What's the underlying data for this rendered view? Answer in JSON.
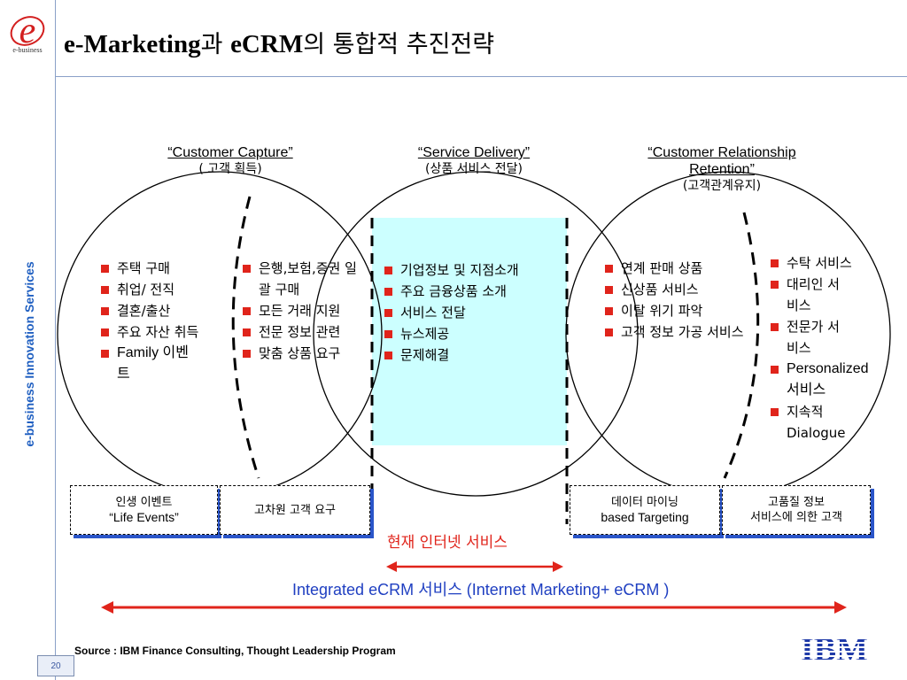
{
  "slide": {
    "title_en": "e-Marketing",
    "title_kr1": "과 ",
    "title_en2": "eCRM",
    "title_kr2": "의 통합적 추진전략",
    "brand_logo_letter": "e",
    "brand_logo_sub": "e-business",
    "sidebar_text": "e-business Innovation Services",
    "page_number": "20"
  },
  "columns": [
    {
      "header_line1": "“Customer Capture”",
      "header_line2": "( 고객 획득)"
    },
    {
      "header_line1": "“Service Delivery”",
      "header_line2": "(상품 서비스 전달)"
    },
    {
      "header_line1": "“Customer Relationship",
      "header_line1b": "Retention”",
      "header_line2": "(고객관계유지)"
    }
  ],
  "lists": {
    "capture_left": [
      "주택 구매",
      "취업/ 전직",
      "결혼/출산",
      "주요 자산 취득",
      "Family 이벤트"
    ],
    "capture_right": [
      "은행,보험,증권 일괄 구매",
      "모든 거래 지원",
      "전문 정보 관련",
      "맞춤 상품 요구"
    ],
    "delivery": [
      "기업정보 및 지점소개",
      "주요 금융상품 소개",
      "서비스 전달",
      "뉴스제공",
      "문제해결"
    ],
    "retention_left": [
      "연계 판매 상품",
      "신상품 서비스",
      "이탈 위기 파악",
      "고객 정보 가공 서비스"
    ],
    "retention_right": [
      "수탁 서비스",
      "대리인 서비스",
      "전문가 서비스",
      "Personalized 서비스",
      "지속적 Dialogue"
    ]
  },
  "boxes": {
    "life_events_kr": "인생 이벤트",
    "life_events_en": "“Life Events”",
    "high_demand": "고차원 고객 요구",
    "data_mining_kr": "데이터 마이닝",
    "data_mining_en": "based  Targeting",
    "quality_info_1": "고품질 정보",
    "quality_info_2": "서비스에 의한 고객"
  },
  "current_service": "현재 인터넷 서비스",
  "integrated": {
    "en1": "Integrated eCRM ",
    "kr": "서비스",
    "en2": " (Internet Marketing+ eCRM )"
  },
  "source": "Source : IBM Finance Consulting, Thought Leadership Program",
  "ibm_logo": "IBM",
  "colors": {
    "accent_blue": "#1f5fc1",
    "bullet_red": "#e0241b",
    "delivery_fill": "#ccffff",
    "arrow_red": "#e0241b"
  }
}
